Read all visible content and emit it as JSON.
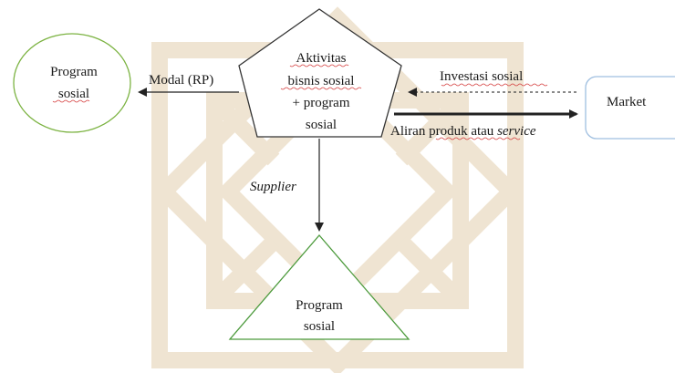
{
  "diagram": {
    "left_circle": {
      "lines": [
        "Program",
        "sosial"
      ]
    },
    "pentagon": {
      "lines": [
        "Aktivitas",
        "bisnis sosial",
        "+ program",
        "sosial"
      ]
    },
    "triangle": {
      "lines": [
        "Program",
        "sosial"
      ]
    },
    "market": {
      "label": "Market"
    },
    "arrows": {
      "modal": "Modal (RP)",
      "investasi": "Investasi sosial",
      "aliran_main": "Aliran produk atau ",
      "aliran_italic": "service",
      "supplier": "Supplier"
    }
  },
  "colors": {
    "circle_stroke": "#7cb342",
    "triangle_stroke": "#4c9a3c",
    "market_stroke": "#9fbfe0",
    "watermark": "#efe4d2",
    "spellcheck": "#d43b3b"
  }
}
